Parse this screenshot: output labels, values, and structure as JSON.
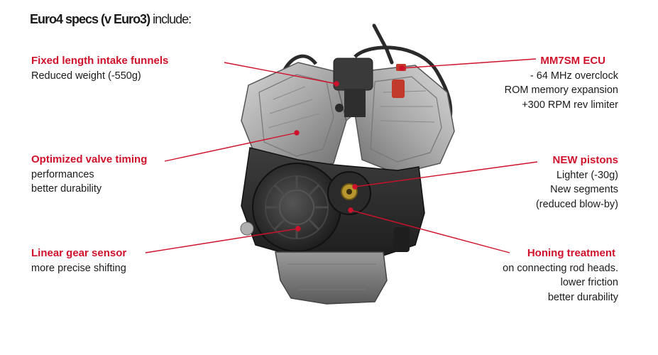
{
  "title": {
    "bold": "Euro4 specs (v Euro3)",
    "rest": " include:"
  },
  "callouts": {
    "intake": {
      "heading": "Fixed length  intake funnels",
      "lines": [
        "Reduced weight (-550g)"
      ]
    },
    "valve": {
      "heading": "Optimized valve timing",
      "lines": [
        "performances",
        "better durability"
      ]
    },
    "gear": {
      "heading": "Linear gear sensor",
      "lines": [
        "more precise shifting"
      ]
    },
    "ecu": {
      "heading": "MM7SM ECU",
      "lines": [
        "-  64 MHz overclock",
        "ROM memory expansion",
        "+300 RPM rev limiter"
      ]
    },
    "pistons": {
      "heading": "NEW pistons",
      "lines": [
        "Lighter (-30g)",
        "New segments",
        "(reduced blow-by)"
      ]
    },
    "honing": {
      "heading": "Honing treatment",
      "lines": [
        "on connecting rod heads.",
        "lower friction",
        "better durability"
      ]
    }
  },
  "colors": {
    "accent": "#d0112b",
    "text": "#1a1a1a",
    "engine_dark": "#2b2b2b",
    "engine_light": "#a9a9a9"
  }
}
